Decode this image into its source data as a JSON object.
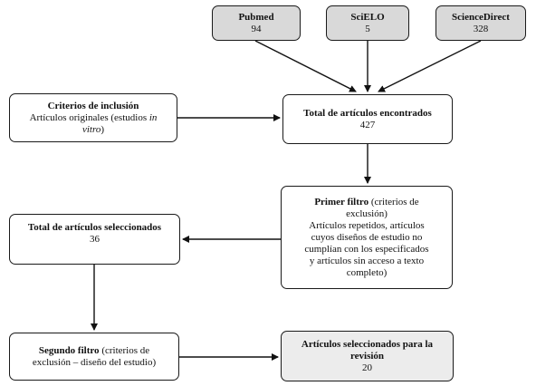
{
  "sources": [
    {
      "name": "Pubmed",
      "count": "94"
    },
    {
      "name": "SciELO",
      "count": "5"
    },
    {
      "name": "ScienceDirect",
      "count": "328"
    }
  ],
  "inclusion": {
    "title": "Criterios de inclusión",
    "text_a": "Artículos originales (estudios ",
    "text_italic_a": "in",
    "text_italic_b": "vitro",
    "text_b": ")"
  },
  "total_found": {
    "title": "Total de artículos encontrados",
    "count": "427"
  },
  "first_filter": {
    "title": "Primer filtro",
    "title_suffix": " (criterios de",
    "line2": "exclusión)",
    "body": [
      "Artículos repetidos, artículos",
      "cuyos diseños de estudio no",
      "cumplían con los especificados",
      "y artículos sin acceso a texto",
      "completo)"
    ]
  },
  "selected": {
    "title": "Total de artículos seleccionados",
    "count": "36"
  },
  "second_filter": {
    "title": "Segundo filtro",
    "title_suffix": " (criterios de",
    "line2": "exclusión – diseño del estudio)"
  },
  "final": {
    "title_line1": "Artículos seleccionados para la",
    "title_line2": "revisión",
    "count": "20"
  }
}
